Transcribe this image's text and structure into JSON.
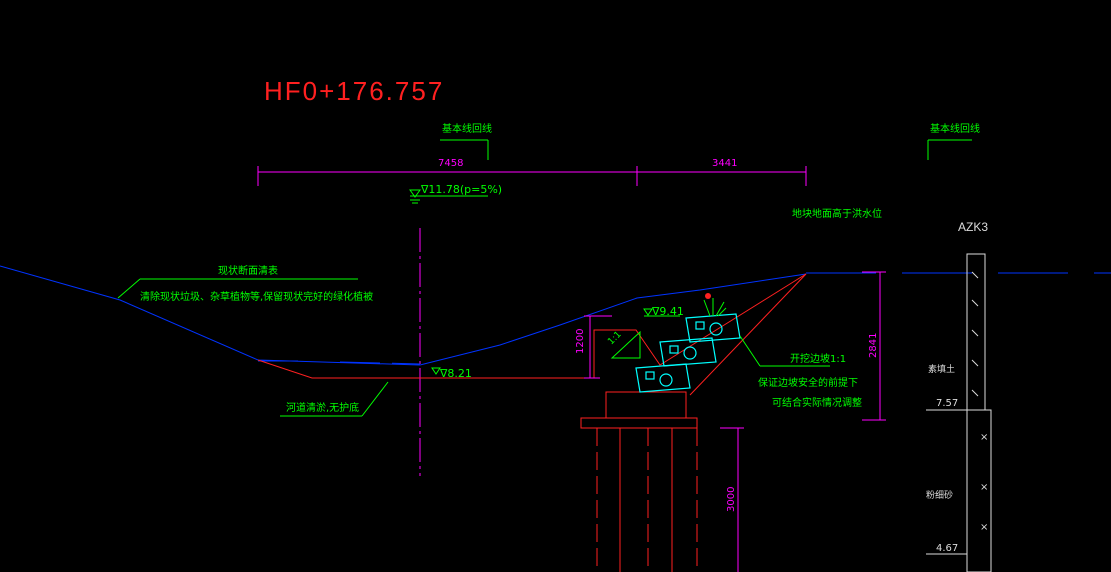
{
  "station_title": "HF0+176.757",
  "labels": {
    "baseline_left": "基本线回线",
    "baseline_right": "基本线回线",
    "dim_top_left": "7458",
    "dim_top_right": "3441",
    "flood_level": "∇11.78(p=5%)",
    "ground_note": "地块地面高于洪水位",
    "borehole": "AZK3",
    "current_section_title": "现状断面清表",
    "current_section_note": "清除现状垃圾、杂草植物等,保留现状完好的绿化植被",
    "elev_941": "∇9.41",
    "elev_821": "∇8.21",
    "slope_ratio": "1:1",
    "dim_1200": "1200",
    "excavation_title": "开挖边坡1:1",
    "excavation_note1": "保证边坡安全的前提下",
    "excavation_note2": "可结合实际情况调整",
    "dim_2841": "2841",
    "riverbed_note": "河道清淤,无护底",
    "dim_3000": "3000",
    "soil_layer1": "素填土",
    "soil_elev1": "7.57",
    "soil_layer2": "粉细砂",
    "soil_elev2": "4.67"
  },
  "colors": {
    "background": "#000000",
    "water_line": "#0033ff",
    "design_line": "#ff2020",
    "dimension": "#ff00ff",
    "annotation": "#00ff00",
    "structure": "#00ffff",
    "borehole": "#dcdcdc"
  }
}
